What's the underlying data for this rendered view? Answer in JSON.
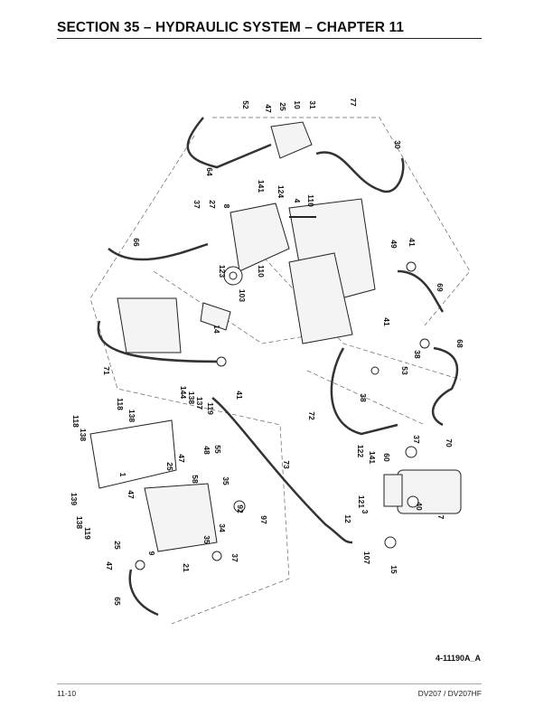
{
  "header": {
    "title": "SECTION 35 – HYDRAULIC SYSTEM – CHAPTER 11"
  },
  "figure": {
    "id": "4-11190A_A",
    "callouts": [
      "52",
      "47",
      "25",
      "10",
      "31",
      "77",
      "30",
      "64",
      "141",
      "124",
      "4",
      "110",
      "37",
      "27",
      "8",
      "66",
      "49",
      "41",
      "123",
      "103",
      "110",
      "69",
      "14",
      "41",
      "38",
      "53",
      "68",
      "71",
      "41",
      "144",
      "138",
      "137",
      "118",
      "118",
      "138",
      "138",
      "119",
      "48",
      "55",
      "47",
      "25",
      "58",
      "35",
      "1",
      "47",
      "139",
      "138",
      "119",
      "72",
      "38",
      "73",
      "122",
      "141",
      "60",
      "37",
      "70",
      "121",
      "12",
      "3",
      "40",
      "7",
      "107",
      "15",
      "92",
      "97",
      "34",
      "35",
      "37",
      "9",
      "25",
      "21",
      "47",
      "65"
    ]
  },
  "footer": {
    "page": "11-10",
    "model": "DV207 / DV207HF"
  }
}
